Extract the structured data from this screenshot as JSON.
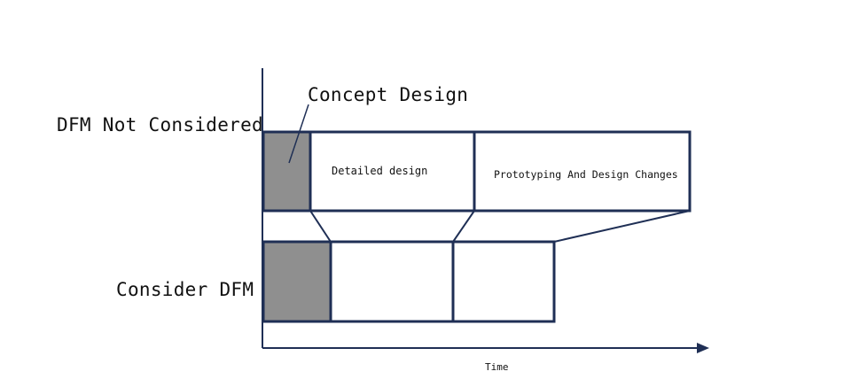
{
  "diagram": {
    "row_top_label": "DFM Not Considered",
    "row_bottom_label": "Consider DFM",
    "concept_label": "Concept Design",
    "detailed_label": "Detailed design",
    "prototyping_label": "Prototyping And Design Changes",
    "axis_label": "Time"
  },
  "colors": {
    "box_stroke": "#1f2f55",
    "concept_fill": "#8f8f8f",
    "axis": "#1f2f55",
    "text": "#111111"
  }
}
